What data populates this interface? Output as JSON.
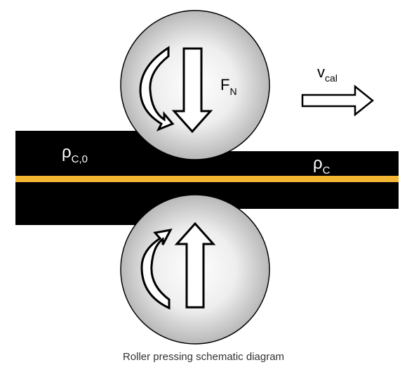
{
  "colors": {
    "background": "#ffffff",
    "sheet": "#000000",
    "current_collector": "#f2b632",
    "roller_light": "#ffffff",
    "roller_dark": "#b8b8b8",
    "outline": "#000000",
    "label_on_sheet": "#ffffff",
    "label_on_white": "#000000"
  },
  "labels": {
    "rho_initial": {
      "base": "ρ",
      "sub": "C,0"
    },
    "rho_final": {
      "base": "ρ",
      "sub": "C"
    },
    "force": {
      "base": "F",
      "sub": "N"
    },
    "velocity": {
      "base": "v",
      "sub": "cal"
    }
  },
  "caption": "Roller pressing schematic diagram",
  "icons": {
    "top_roller_rotation": "curved-arrow-clockwise-icon",
    "top_roller_force": "arrow-down-icon",
    "bottom_roller_rotation": "curved-arrow-counterclockwise-icon",
    "bottom_roller_force": "arrow-up-icon",
    "feed_direction": "arrow-right-icon"
  }
}
